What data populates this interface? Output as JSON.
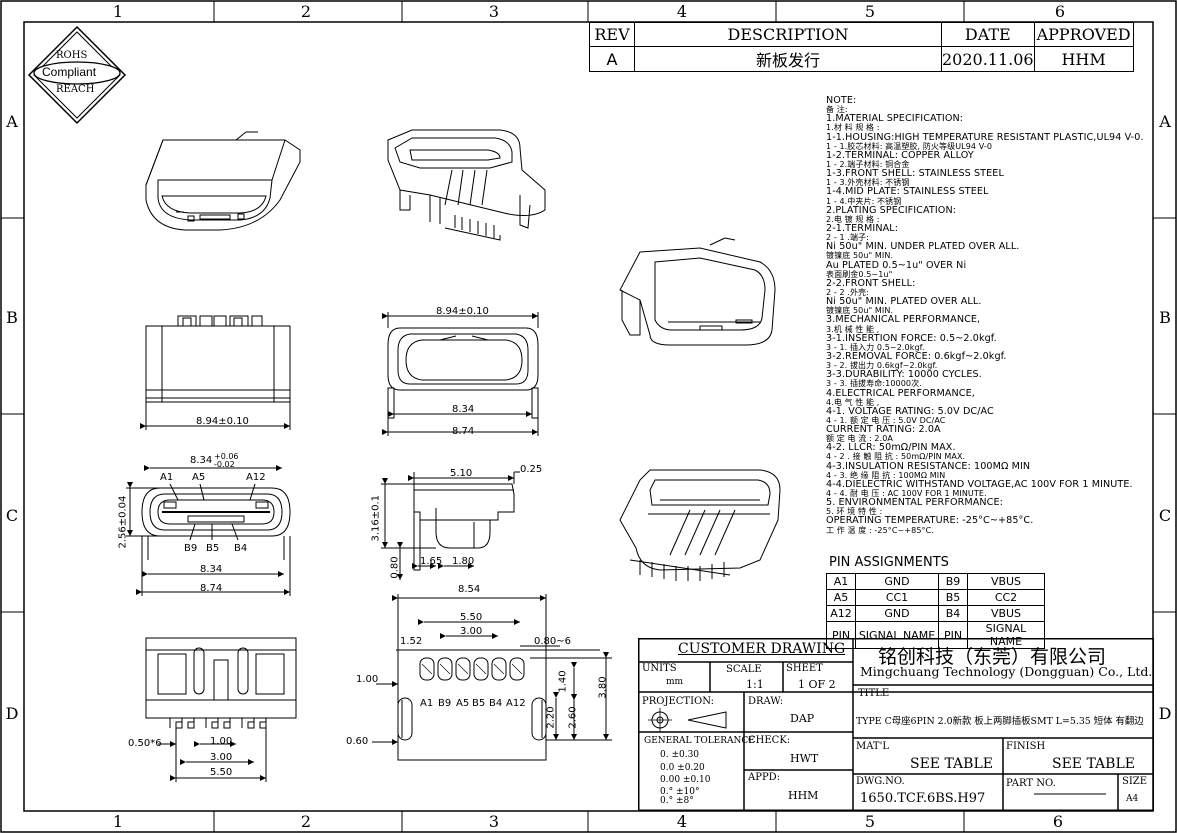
{
  "zones": {
    "columns": [
      "1",
      "2",
      "3",
      "4",
      "5",
      "6"
    ],
    "rows": [
      "A",
      "B",
      "C",
      "D"
    ]
  },
  "logo": {
    "line1": "ROHS",
    "line2": "Compliant",
    "line3": "REACH"
  },
  "revision_table": {
    "headers": [
      "REV",
      "DESCRIPTION",
      "DATE",
      "APPROVED"
    ],
    "row": [
      "A",
      "新板发行",
      "2020.11.06",
      "HHM"
    ]
  },
  "notes": [
    "NOTE:",
    "备  注:",
    "1.MATERIAL SPECIFICATION:",
    "1.材 料 规 格 :",
    "1-1.HOUSING:HIGH TEMPERATURE RESISTANT PLASTIC,UL94 V-0.",
    "1 - 1.胶芯材料: 高温塑胶, 防火等级UL94 V-0",
    "1-2.TERMINAL: COPPER ALLOY",
    "1 - 2.端子材料: 铜合金",
    "1-3.FRONT SHELL: STAINLESS STEEL",
    "1 - 3.外壳材料: 不锈钢",
    "1-4.MID PLATE: STAINLESS STEEL",
    "1 - 4.中夹片: 不锈钢",
    "2.PLATING SPECIFICATION:",
    "2.电 镀 规 格 :",
    "2-1.TERMINAL:",
    " 2 - 1 .端子:",
    "Ni 50u\" MIN. UNDER PLATED OVER ALL.",
    "镀镍底 50u\" MIN.",
    "Au PLATED 0.5~1u\" OVER Ni",
    "表面刷金0.5~1u\"",
    "2-2.FRONT SHELL:",
    " 2 - 2 .外壳:",
    "Ni 50u\" MIN. PLATED OVER ALL.",
    "镀镍底 50u\" MIN.",
    "3.MECHANICAL PERFORMANCE,",
    "3.机 械 性 能 ,",
    "3-1.INSERTION FORCE: 0.5~2.0kgf.",
    "3 - 1. 插入力 0.5~2.0kgf.",
    "3-2.REMOVAL FORCE: 0.6kgf~2.0kgf.",
    "3 - 2. 拔出力 0.6kgf~2.0kgf.",
    "3-3.DURABILITY: 10000 CYCLES.",
    "3 - 3. 插拔寿命:10000次.",
    "4.ELECTRICAL PERFORMANCE,",
    "4.电 气 性 能 ,",
    "4-1. VOLTAGE RATING: 5.0V DC/AC",
    "4 - 1. 额 定 电 压 : 5.0V DC/AC",
    "CURRENT RATING: 2.0A",
    "额 定 电 流 : 2.0A",
    "4-2. LLCR: 50mΩ/PIN MAX.",
    "4 - 2 . 接 触 阻 抗 : 50mΩ/PIN MAX.",
    "4-3.INSULATION RESISTANCE: 100MΩ   MIN",
    "4 - 3.  绝 缘 阻 抗 : 100MΩ  MIN",
    "4-4.DIELECTRIC WITHSTAND VOLTAGE,AC 100V FOR 1 MINUTE.",
    "4 - 4.  耐 电 压 : AC 100V FOR 1 MINUTE.",
    "5. ENVIRONMENTAL PERFORMANCE:",
    "5. 环 境 特 性 :",
    "OPERATING TEMPERATURE: -25°C~+85°C.",
    "工 作 温 度 : -25°C~+85°C."
  ],
  "pin_assignments": {
    "title": "PIN ASSIGNMENTS",
    "rows": [
      [
        "A1",
        "GND",
        "B9",
        "VBUS"
      ],
      [
        "A5",
        "CC1",
        "B5",
        "CC2"
      ],
      [
        "A12",
        "GND",
        "B4",
        "VBUS"
      ],
      [
        "PIN",
        "SIGNAL NAME",
        "PIN",
        "SIGNAL NAME"
      ]
    ]
  },
  "title_block": {
    "customer_drawing": "CUSTOMER DRAWING",
    "company_cn": "铭创科技（东莞）有限公司",
    "company_en": "Mingchuang Technology (Dongguan) Co., Ltd.",
    "units_label": "UNITS",
    "units_value": "mm",
    "scale_label": "SCALE",
    "scale_value": "1:1",
    "sheet_label": "SHEET",
    "sheet_value": "1 OF 2",
    "title_label": "TITLE",
    "title_value": "TYPE C母座6PIN 2.0新款 板上两脚插板SMT L=5.35 短体 有翻边",
    "projection_label": "PROJECTION:",
    "draw_label": "DRAW:",
    "draw_value": "DAP",
    "matl_label": "MAT'L",
    "matl_value": "SEE TABLE",
    "finish_label": "FINISH",
    "finish_value": "SEE TABLE",
    "tolerance_label": "GENERAL  TOLERANCE",
    "tolerances": [
      "0.   ±0.30",
      "0.0  ±0.20",
      "0.00 ±0.10",
      "0.°  ±10°",
      "0.°  ±8°"
    ],
    "check_label": "CHECK:",
    "check_value": "HWT",
    "appd_label": "APPD:",
    "appd_value": "HHM",
    "dwg_label": "DWG.NO.",
    "dwg_value": "1650.TCF.6BS.H97",
    "part_label": "PART NO.",
    "size_label": "SIZE",
    "size_value": "A4"
  },
  "dimensions": {
    "front_width": "8.94±0.10",
    "top_width": "8.94±0.10",
    "top_inner": "8.34",
    "top_outer": "8.74",
    "face_width": "8.34",
    "face_tol_upper": "+0.06",
    "face_tol_lower": "-0.02",
    "face_height": "2.56±0.04",
    "face_inner": "8.34",
    "face_outer": "8.74",
    "side_len": "5.10",
    "side_t": "0.25",
    "side_h": "3.16±0.1",
    "side_p1": "1.65",
    "side_p2": "1.80",
    "side_b": "0.80",
    "fp_width": "8.54",
    "fp_550": "5.50",
    "fp_300": "3.00",
    "fp_152": "1.52",
    "fp_080": "0.80~6",
    "fp_100": "1.00",
    "fp_060": "0.60",
    "fp_380": "3.80",
    "fp_140": "1.40",
    "fp_260": "2.60",
    "fp_220": "2.20",
    "bot_050": "0.50*6",
    "bot_100": "1.00",
    "bot_300": "3.00",
    "bot_550": "5.50"
  },
  "pin_labels_face": {
    "top": [
      "A1",
      "A5",
      "A12"
    ],
    "bottom": [
      "B9",
      "B5",
      "B4"
    ]
  },
  "pin_labels_fp": [
    "A1",
    "B9",
    "A5",
    "B5",
    "B4",
    "A12"
  ]
}
